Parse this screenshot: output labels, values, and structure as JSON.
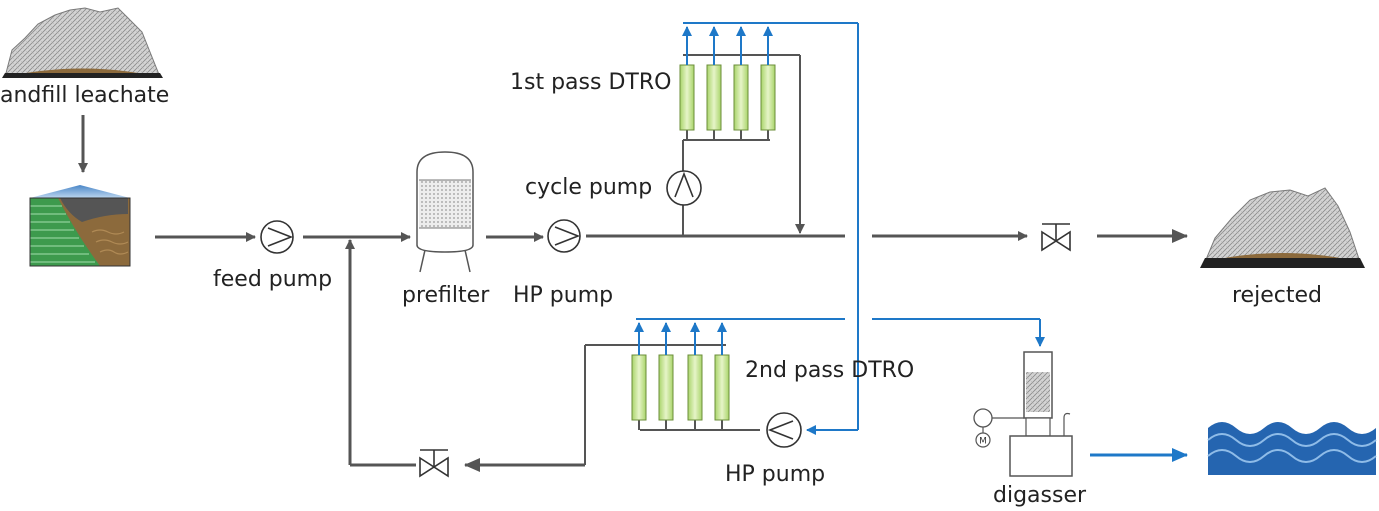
{
  "labels": {
    "landfill_leachate": "andfill leachate",
    "first_pass_dtro": "1st pass DTRO",
    "cycle_pump": "cycle pump",
    "feed_pump": "feed pump",
    "prefilter": "prefilter",
    "hp_pump_top": "HP pump",
    "rejected": "rejected",
    "second_pass_dtro": "2nd pass DTRO",
    "hp_pump_bottom": "HP pump",
    "digasser": "digasser"
  },
  "colors": {
    "line": "#555555",
    "permeate": "#1e78c8",
    "module": "#c5e49a",
    "soil": "#8c6a3c",
    "water": "#2565b0"
  }
}
